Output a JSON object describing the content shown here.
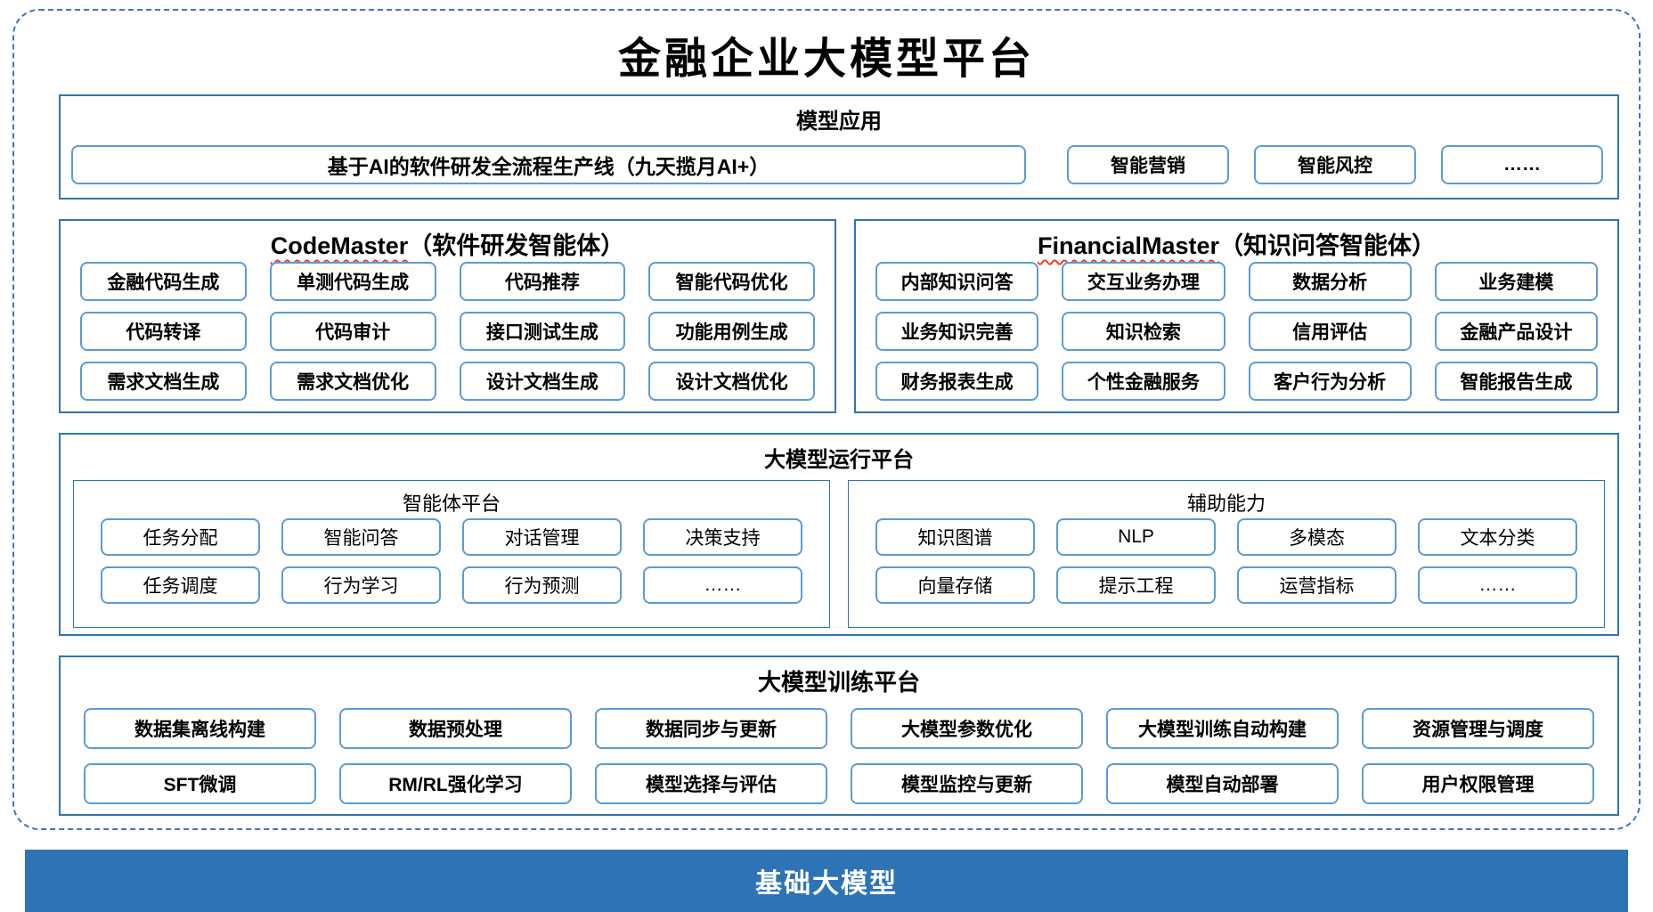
{
  "title": "金融企业大模型平台",
  "sections": {
    "model_app": {
      "header": "模型应用",
      "main_button": "基于AI的软件研发全流程生产线（九天揽月AI+）",
      "buttons": [
        "智能营销",
        "智能风控",
        "……"
      ]
    },
    "code_master": {
      "header_en": "CodeMaster",
      "header_zh": "（软件研发智能体）",
      "buttons": [
        "金融代码生成",
        "单测代码生成",
        "代码推荐",
        "智能代码优化",
        "代码转译",
        "代码审计",
        "接口测试生成",
        "功能用例生成",
        "需求文档生成",
        "需求文档优化",
        "设计文档生成",
        "设计文档优化"
      ]
    },
    "financial_master": {
      "header_en": "FinancialMaster",
      "header_zh": "（知识问答智能体）",
      "buttons": [
        "内部知识问答",
        "交互业务办理",
        "数据分析",
        "业务建模",
        "业务知识完善",
        "知识检索",
        "信用评估",
        "金融产品设计",
        "财务报表生成",
        "个性金融服务",
        "客户行为分析",
        "智能报告生成"
      ]
    },
    "runtime_platform": {
      "header": "大模型运行平台",
      "agent_platform": {
        "header": "智能体平台",
        "buttons": [
          "任务分配",
          "智能问答",
          "对话管理",
          "决策支持",
          "任务调度",
          "行为学习",
          "行为预测",
          "……"
        ]
      },
      "aux_capabilities": {
        "header": "辅助能力",
        "buttons": [
          "知识图谱",
          "NLP",
          "多模态",
          "文本分类",
          "向量存储",
          "提示工程",
          "运营指标",
          "……"
        ]
      }
    },
    "training_platform": {
      "header": "大模型训练平台",
      "buttons": [
        "数据集离线构建",
        "数据预处理",
        "数据同步与更新",
        "大模型参数优化",
        "大模型训练自动构建",
        "资源管理与调度",
        "SFT微调",
        "RM/RL强化学习",
        "模型选择与评估",
        "模型监控与更新",
        "模型自动部署",
        "用户权限管理"
      ]
    },
    "base_model": {
      "label": "基础大模型"
    }
  },
  "colors": {
    "frame_dashed": "#4472C4",
    "box_border": "#2E75B6",
    "button_border": "#5B9BD5",
    "base_bar_bg": "#2E74B5",
    "base_bar_text": "#FFFFFF",
    "spellcheck_squiggle": "#E8402F",
    "text": "#000000"
  }
}
